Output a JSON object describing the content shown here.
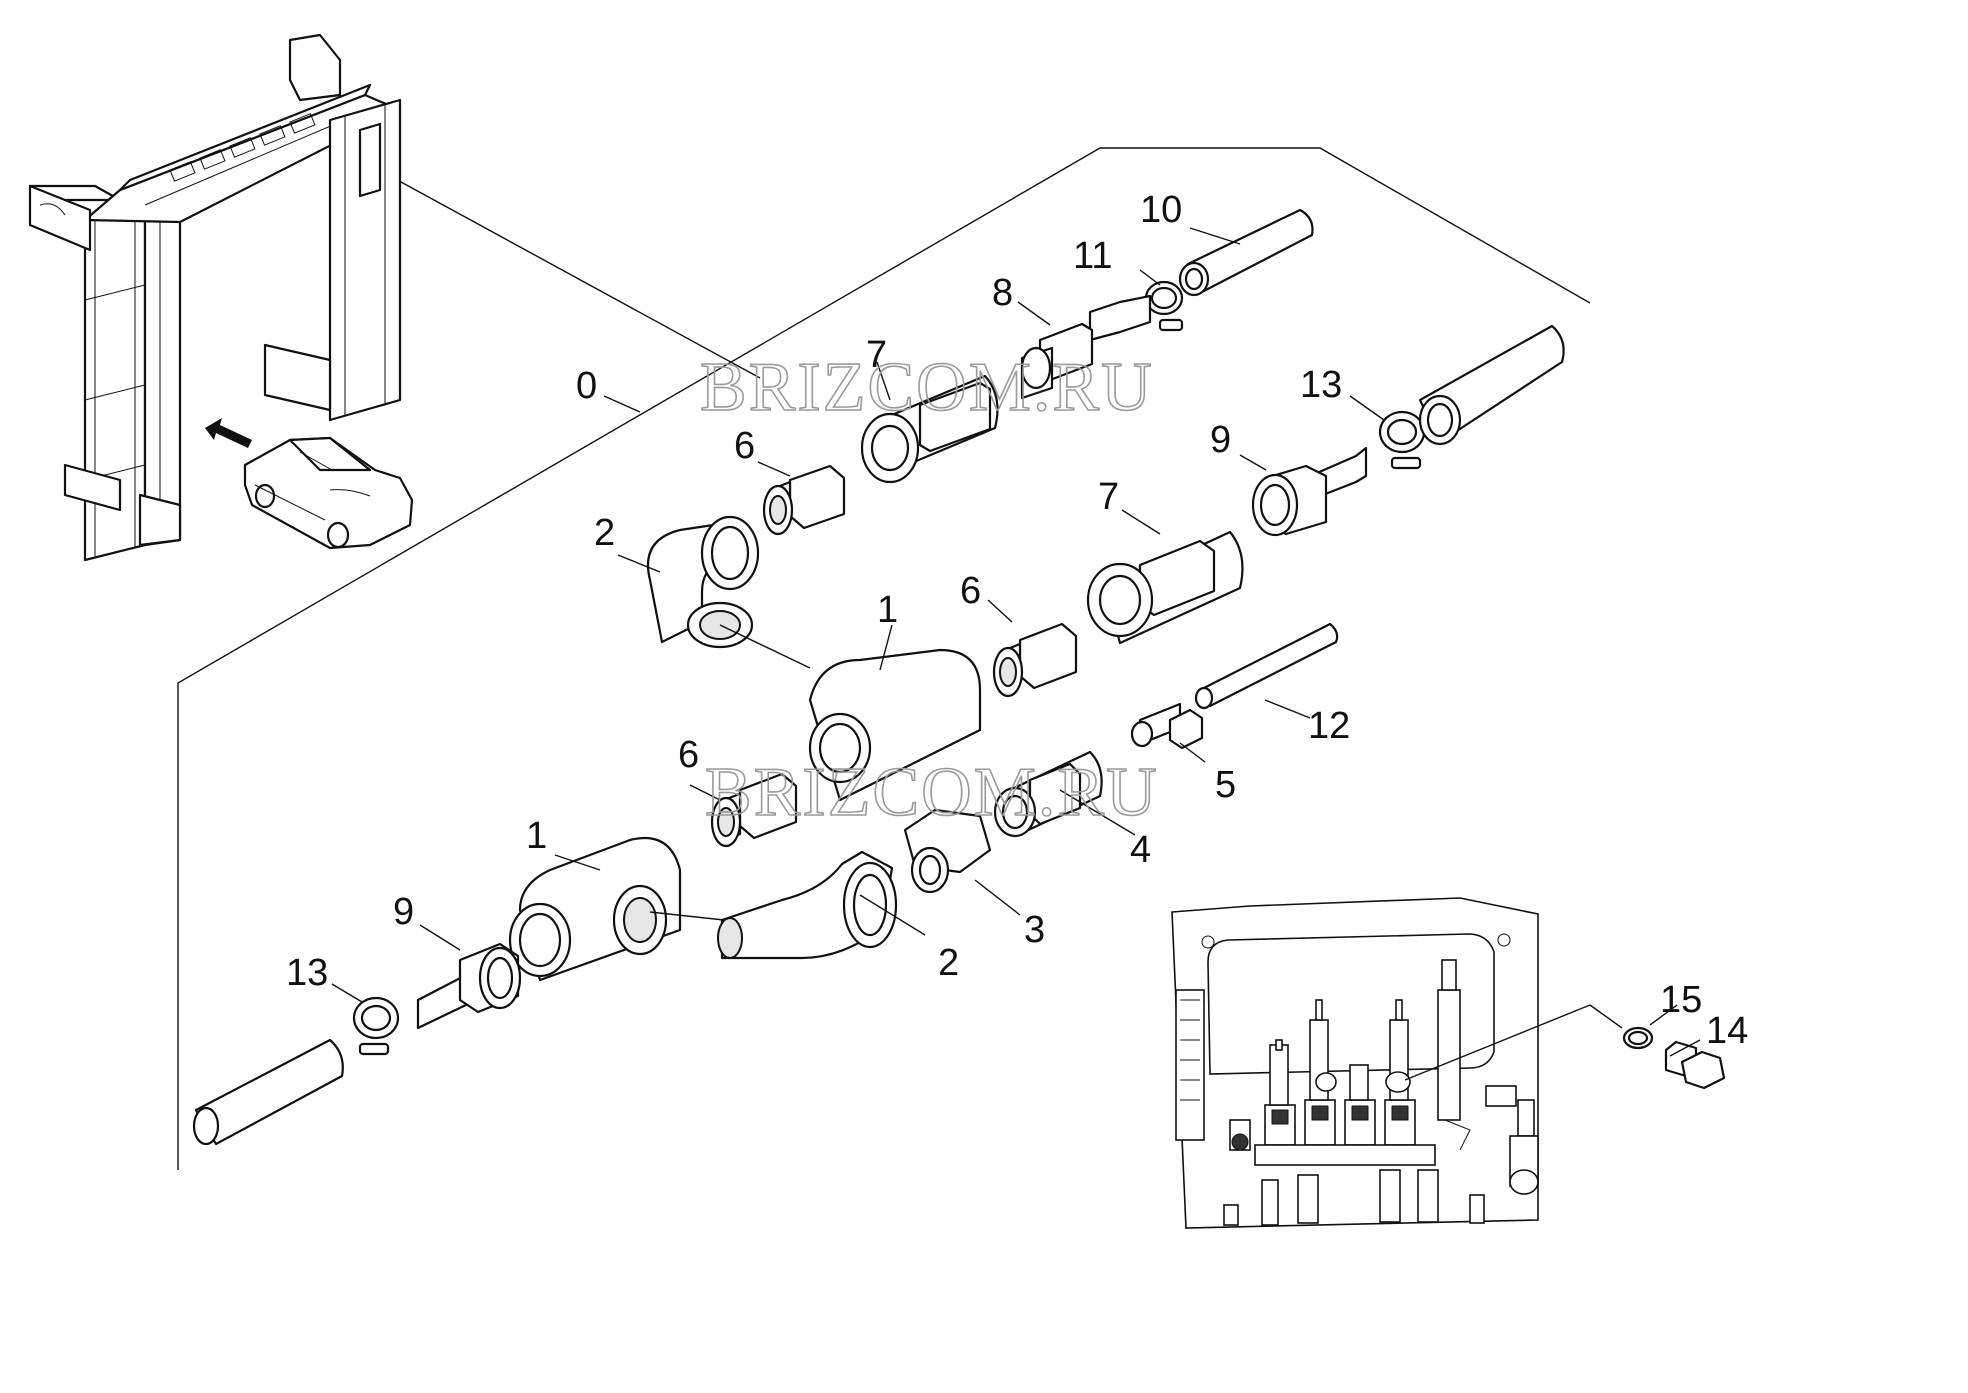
{
  "watermark": "BRIZCOM.RU",
  "callouts": [
    {
      "id": "c0",
      "text": "0"
    },
    {
      "id": "c1a",
      "text": "1"
    },
    {
      "id": "c1b",
      "text": "1"
    },
    {
      "id": "c2a",
      "text": "2"
    },
    {
      "id": "c2b",
      "text": "2"
    },
    {
      "id": "c3",
      "text": "3"
    },
    {
      "id": "c4",
      "text": "4"
    },
    {
      "id": "c5",
      "text": "5"
    },
    {
      "id": "c6a",
      "text": "6"
    },
    {
      "id": "c6b",
      "text": "6"
    },
    {
      "id": "c6c",
      "text": "6"
    },
    {
      "id": "c7a",
      "text": "7"
    },
    {
      "id": "c7b",
      "text": "7"
    },
    {
      "id": "c8",
      "text": "8"
    },
    {
      "id": "c9a",
      "text": "9"
    },
    {
      "id": "c9b",
      "text": "9"
    },
    {
      "id": "c10",
      "text": "10"
    },
    {
      "id": "c11",
      "text": "11"
    },
    {
      "id": "c12",
      "text": "12"
    },
    {
      "id": "c13a",
      "text": "13"
    },
    {
      "id": "c13b",
      "text": "13"
    },
    {
      "id": "c14",
      "text": "14"
    },
    {
      "id": "c15",
      "text": "15"
    }
  ],
  "icons": {
    "gantry": "car-wash-gantry-icon",
    "car": "car-icon",
    "arrow": "direction-arrow-icon",
    "panel": "valve-panel-icon"
  },
  "colors": {
    "line": "#111111",
    "watermark": "#9a9a9a",
    "background": "#ffffff"
  }
}
